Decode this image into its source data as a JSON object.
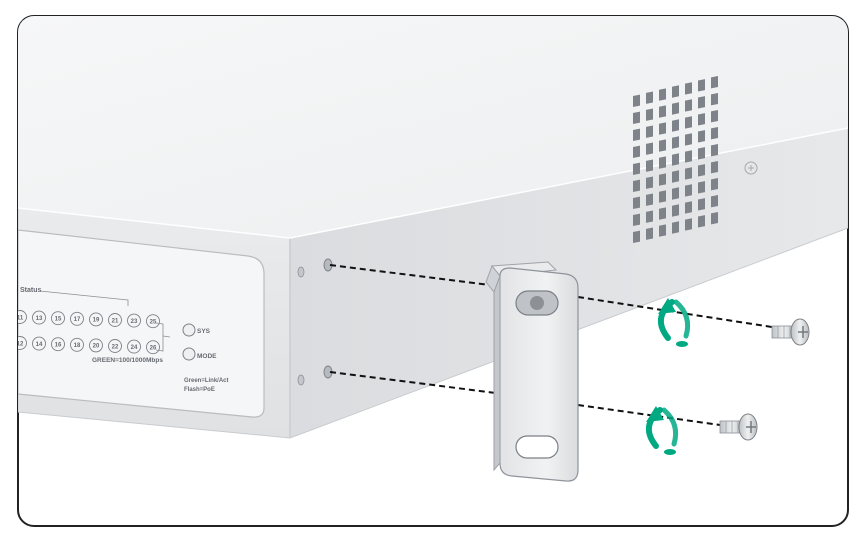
{
  "panel": {
    "status_label": "Status",
    "ports_top": [
      "11",
      "13",
      "15",
      "17",
      "19",
      "21",
      "23",
      "25"
    ],
    "ports_bottom": [
      "12",
      "14",
      "16",
      "18",
      "20",
      "22",
      "24",
      "26"
    ],
    "speed_legend": "GREEN=100/1000Mbps",
    "sys_label": "SYS",
    "mode_label": "MODE",
    "mode_legend_1": "Green=Link/Act",
    "mode_legend_2": "Flash=PoE"
  },
  "colors": {
    "frame_stroke": "#222222",
    "arrow": "#00a982",
    "chassis_top": "#f1f2f3",
    "chassis_side": "#e3e5e7"
  }
}
